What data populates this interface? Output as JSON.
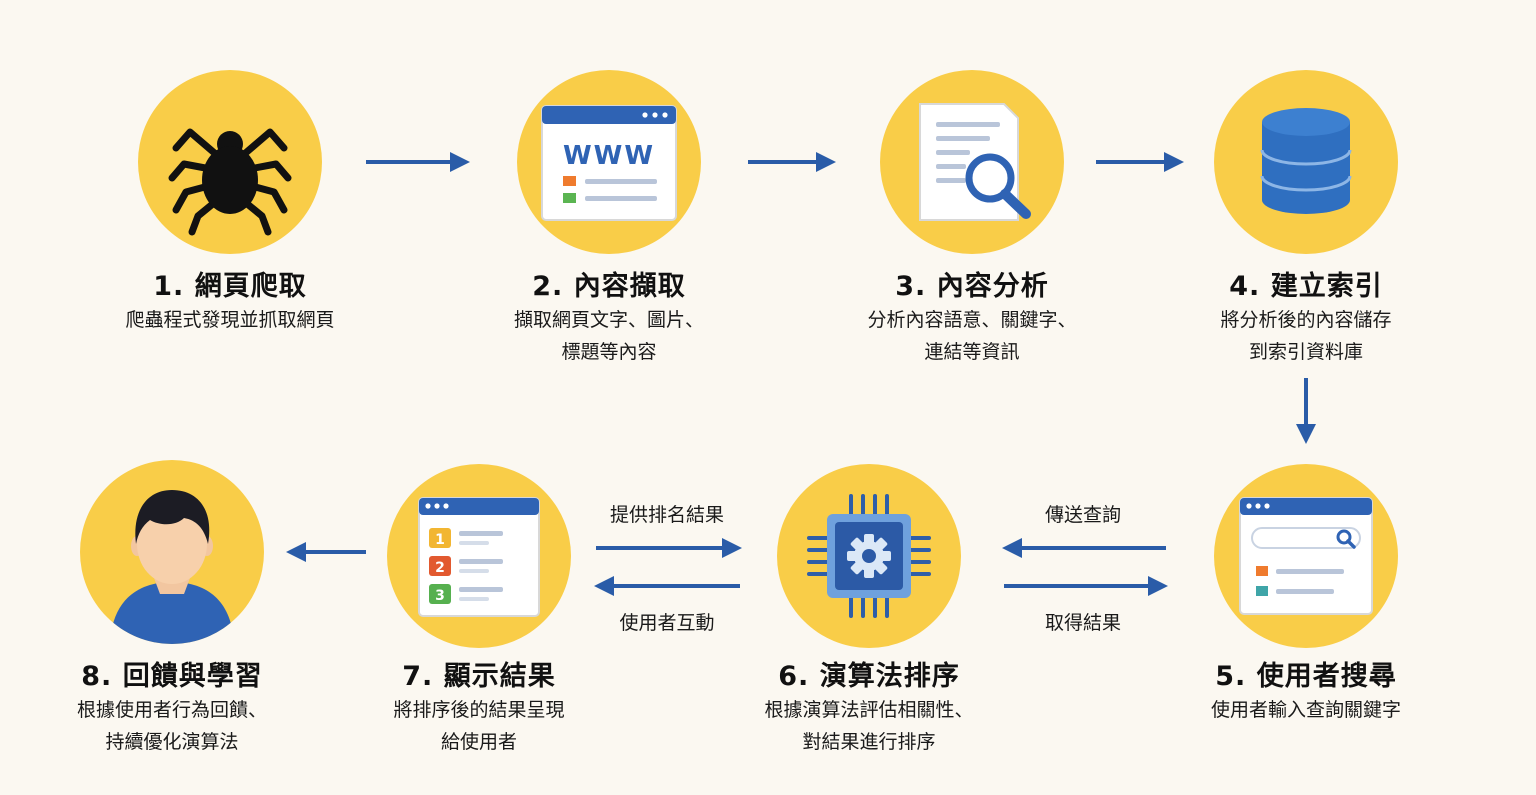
{
  "colors": {
    "background": "#fbf8f1",
    "circle": "#f9cd48",
    "arrow": "#2a5ca8",
    "accent_blue": "#2f6fc0"
  },
  "steps": [
    {
      "icon": "spider-icon",
      "title": "1. 網頁爬取",
      "desc": [
        "爬蟲程式發現並抓取網頁"
      ]
    },
    {
      "icon": "web-page-icon",
      "title": "2. 內容擷取",
      "desc": [
        "擷取網頁文字、圖片、",
        "標題等內容"
      ]
    },
    {
      "icon": "document-search-icon",
      "title": "3. 內容分析",
      "desc": [
        "分析內容語意、關鍵字、",
        "連結等資訊"
      ]
    },
    {
      "icon": "database-icon",
      "title": "4. 建立索引",
      "desc": [
        "將分析後的內容儲存",
        "到索引資料庫"
      ]
    },
    {
      "icon": "search-window-icon",
      "title": "5. 使用者搜尋",
      "desc": [
        "使用者輸入查詢關鍵字"
      ]
    },
    {
      "icon": "cpu-gear-icon",
      "title": "6. 演算法排序",
      "desc": [
        "根據演算法評估相關性、",
        "對結果進行排序"
      ]
    },
    {
      "icon": "ranked-list-icon",
      "title": "7. 顯示結果",
      "desc": [
        "將排序後的結果呈現",
        "給使用者"
      ]
    },
    {
      "icon": "user-icon",
      "title": "8. 回饋與學習",
      "desc": [
        "根據使用者行為回饋、",
        "持續優化演算法"
      ]
    }
  ],
  "icon_text": {
    "www": "WWW",
    "list_numbers": [
      "1",
      "2",
      "3"
    ]
  },
  "edge_labels": {
    "send_query": "傳送查詢",
    "get_results": "取得結果",
    "provide_ranked": "提供排名結果",
    "user_interaction": "使用者互動"
  }
}
